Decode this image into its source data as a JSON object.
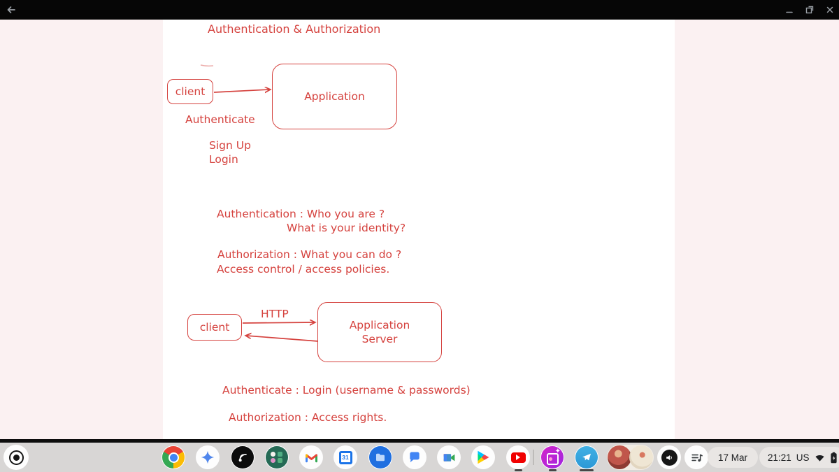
{
  "titlebar": {
    "back_icon": "left-arrow",
    "minimize_icon": "minus",
    "restore_icon": "overlapping-squares",
    "close_icon": "x"
  },
  "whiteboard": {
    "ink_color": "#d5423e",
    "title": "Authentication & Authorization",
    "d1": {
      "client": "client",
      "app": "Application",
      "caption": "Authenticate",
      "signup": "Sign Up",
      "login": "Login"
    },
    "defs": {
      "l1": "Authentication : Who you are ?",
      "l2": "What is your identity?",
      "l3": "Authorization : What you can do ?",
      "l4": "Access control / access policies."
    },
    "d2": {
      "client": "client",
      "http": "HTTP",
      "server1": "Application",
      "server2": "Server"
    },
    "notes": {
      "n1": "Authenticate : Login (username & passwords)",
      "n2": "Authorization : Access rights."
    }
  },
  "shelf": {
    "calendar_day": "31",
    "date": "17 Mar",
    "time": "21:21",
    "input": "US",
    "apps": [
      {
        "name": "launcher"
      },
      {
        "name": "chrome"
      },
      {
        "name": "gemini-sparkle"
      },
      {
        "name": "screencast-arcs"
      },
      {
        "name": "green-shapes-grid"
      },
      {
        "name": "gmail"
      },
      {
        "name": "calendar"
      },
      {
        "name": "files"
      },
      {
        "name": "chat"
      },
      {
        "name": "meet"
      },
      {
        "name": "play-store"
      },
      {
        "name": "youtube"
      },
      {
        "name": "photo-editor"
      },
      {
        "name": "telegram"
      }
    ],
    "status_icons": [
      "wifi",
      "battery-charging"
    ]
  }
}
